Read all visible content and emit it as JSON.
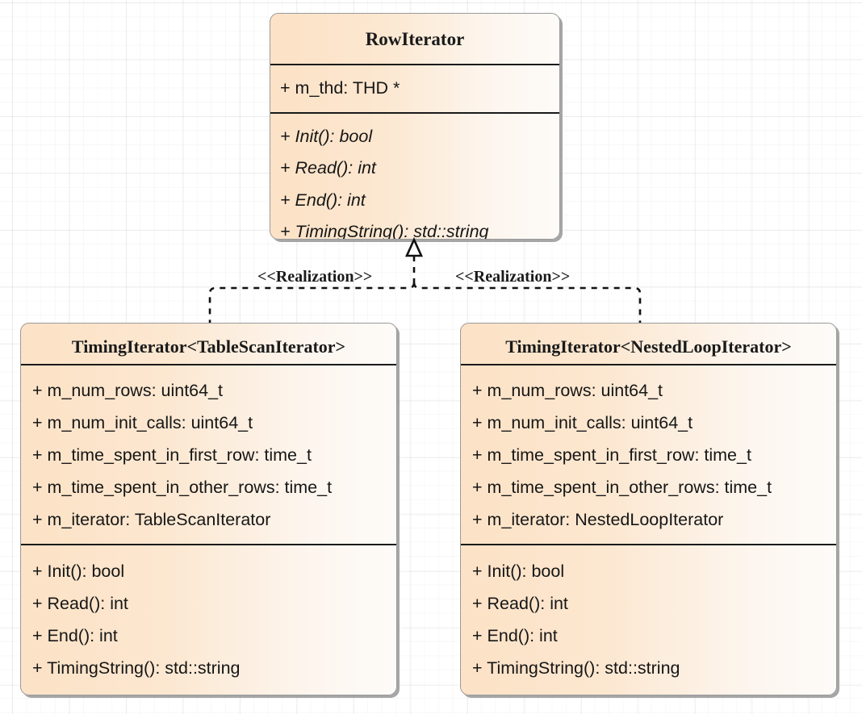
{
  "diagram": {
    "type": "uml-class-diagram",
    "background": "grid",
    "classes": [
      {
        "id": "rowiterator",
        "name": "RowIterator",
        "abstract_operations": true,
        "attributes": [
          "+ m_thd: THD *"
        ],
        "operations": [
          "+ Init(): bool",
          "+ Read(): int",
          "+ End(): int",
          "+ TimingString(): std::string"
        ]
      },
      {
        "id": "timing-tablescan",
        "name": "TimingIterator<TableScanIterator>",
        "abstract_operations": false,
        "attributes": [
          "+ m_num_rows: uint64_t",
          "+ m_num_init_calls: uint64_t",
          "+ m_time_spent_in_first_row: time_t",
          "+ m_time_spent_in_other_rows: time_t",
          "+ m_iterator: TableScanIterator"
        ],
        "operations": [
          "+ Init(): bool",
          "+ Read(): int",
          "+ End(): int",
          "+ TimingString(): std::string"
        ]
      },
      {
        "id": "timing-nestedloop",
        "name": "TimingIterator<NestedLoopIterator>",
        "abstract_operations": false,
        "attributes": [
          "+ m_num_rows: uint64_t",
          "+ m_num_init_calls: uint64_t",
          "+ m_time_spent_in_first_row: time_t",
          "+ m_time_spent_in_other_rows: time_t",
          "+ m_iterator: NestedLoopIterator"
        ],
        "operations": [
          "+ Init(): bool",
          "+ Read(): int",
          "+ End(): int",
          "+ TimingString(): std::string"
        ]
      }
    ],
    "relationships": [
      {
        "id": "realization-left",
        "stereotype": "<<Realization>>",
        "from": "TimingIterator<TableScanIterator>",
        "to": "RowIterator",
        "line_style": "dashed",
        "arrowhead": "hollow-triangle"
      },
      {
        "id": "realization-right",
        "stereotype": "<<Realization>>",
        "from": "TimingIterator<NestedLoopIterator>",
        "to": "RowIterator",
        "line_style": "dashed",
        "arrowhead": "hollow-triangle"
      }
    ],
    "colors": {
      "class_fill_start": "#fce2c6",
      "class_fill_end": "#fdfbf8",
      "class_border": "#9a9a9a",
      "compartment_divider": "#1a1a1a",
      "text": "#161616",
      "connector": "#111111",
      "grid_line": "#e8e8e8",
      "shadow": "#969696"
    }
  }
}
